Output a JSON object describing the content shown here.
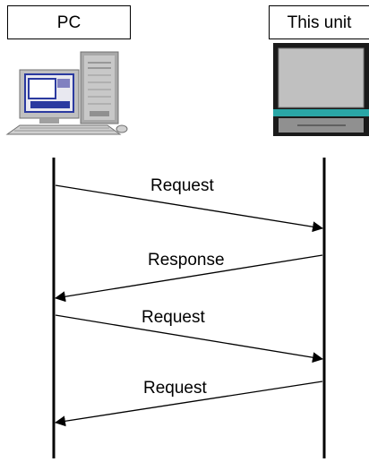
{
  "participants": {
    "pc": {
      "label": "PC",
      "icon": "desktop-pc-icon"
    },
    "unit": {
      "label": "This unit",
      "icon": "display-unit-icon"
    }
  },
  "messages": [
    {
      "label": "Request",
      "from": "pc",
      "to": "unit"
    },
    {
      "label": "Response",
      "from": "unit",
      "to": "pc"
    },
    {
      "label": "Request",
      "from": "pc",
      "to": "unit"
    },
    {
      "label": "Request",
      "from": "unit",
      "to": "pc"
    }
  ],
  "colors": {
    "line": "#000000",
    "monitor_screen": "#c0c0c0",
    "unit_accent": "#2aa6a6",
    "pc_screen": "#2b3aa0",
    "pc_gray": "#b8b8b8"
  }
}
